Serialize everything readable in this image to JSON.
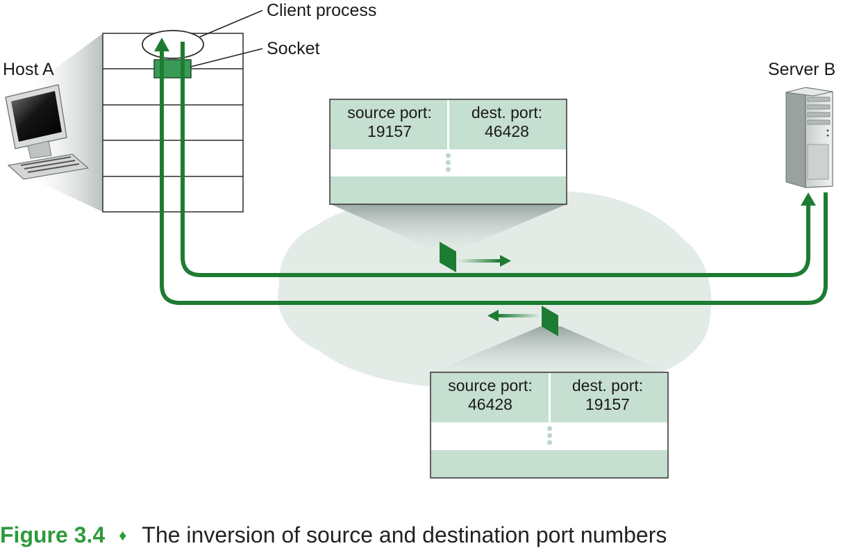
{
  "labels": {
    "client_process": "Client process",
    "socket": "Socket",
    "host_a": "Host A",
    "server_b": "Server B"
  },
  "segments": [
    {
      "source_port_label": "source port:",
      "source_port_value": "19157",
      "dest_port_label": "dest. port:",
      "dest_port_value": "46428",
      "direction": "Host A to Server B"
    },
    {
      "source_port_label": "source port:",
      "source_port_value": "46428",
      "dest_port_label": "dest. port:",
      "dest_port_value": "19157",
      "direction": "Server B to Host A"
    }
  ],
  "caption": {
    "figure_number": "Figure 3.4",
    "separator": "♦",
    "text": "The inversion of source and destination port numbers"
  },
  "colors": {
    "path_green": "#1e7c32",
    "segment_fill": "#c5dfd1",
    "cloud": "#e3ebe7",
    "caption_accent": "#2e9a3c"
  }
}
